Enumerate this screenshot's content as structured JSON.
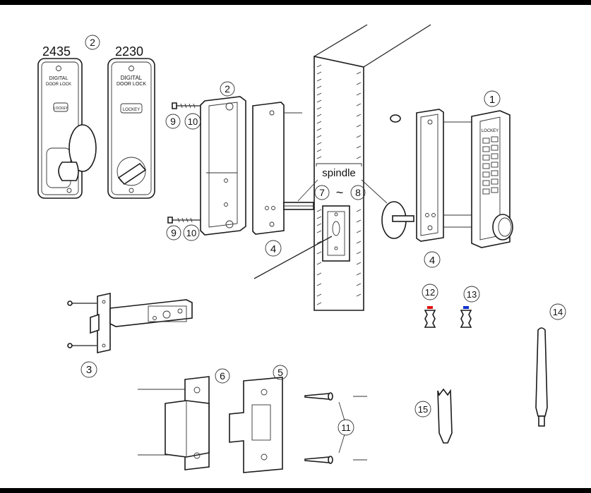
{
  "models": {
    "left": "2435",
    "right": "2230"
  },
  "plate_text": {
    "line1": "DIGITAL",
    "line2": "DOOR LOCK",
    "brand": "LOCKEY"
  },
  "spindle_label": "spindle",
  "callouts": {
    "c1": "1",
    "c2_top": "2",
    "c2_mid": "2",
    "c3": "3",
    "c4_left": "4",
    "c4_right": "4",
    "c5": "5",
    "c6": "6",
    "c7": "7",
    "c8": "8",
    "tilde": "~",
    "c9_top": "9",
    "c10_top": "10",
    "c9_bot": "9",
    "c10_bot": "10",
    "c11": "11",
    "c12": "12",
    "c13": "13",
    "c14": "14",
    "c15": "15"
  },
  "colors": {
    "ink": "#1a1a1a",
    "marker_red": "#e01010",
    "marker_blue": "#1030d0",
    "frame": "#000000"
  }
}
